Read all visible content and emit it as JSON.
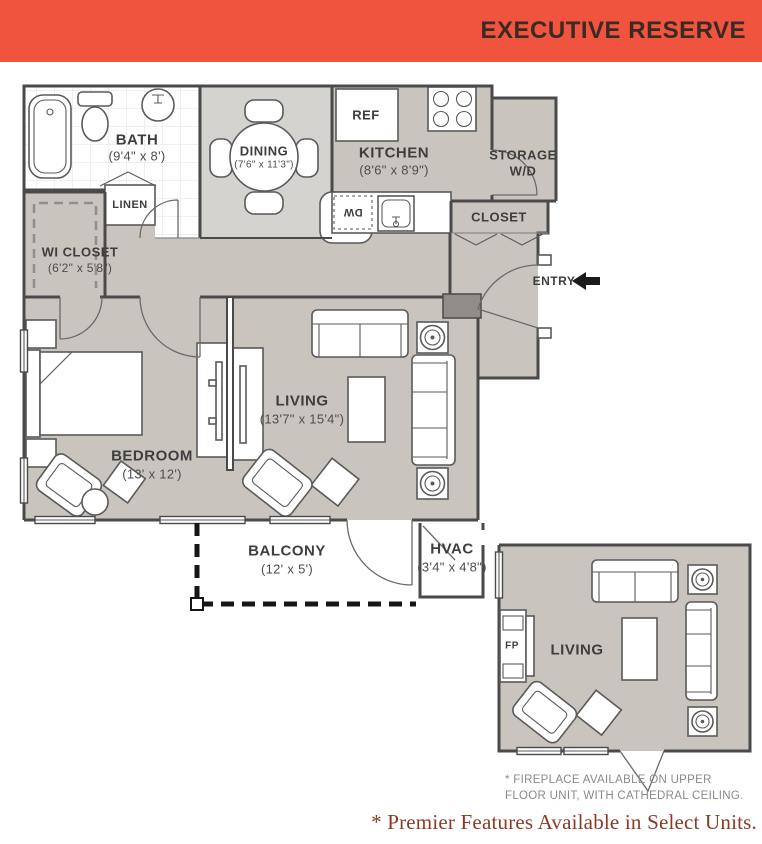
{
  "header": {
    "title": "EXECUTIVE RESERVE"
  },
  "colors": {
    "header_bg": "#F0533E",
    "header_text": "#3A2A24",
    "floor": "#C9C5BE",
    "floor_dining": "#D5D3D0",
    "wall": "#4A4A4A",
    "premier": "#8B3A28",
    "footnote": "#8A8A8A"
  },
  "rooms": {
    "bath": {
      "label": "BATH",
      "dims": "(9'4\" x 8')"
    },
    "dining": {
      "label": "DINING",
      "dims": "(7'6\" x 11'3\")"
    },
    "kitchen": {
      "label": "KITCHEN",
      "dims": "(8'6\" x 8'9\")"
    },
    "storage": {
      "label": "STORAGE",
      "sublabel": "W/D"
    },
    "closet": {
      "label": "CLOSET"
    },
    "linen": {
      "label": "LINEN"
    },
    "wi_closet": {
      "label": "WI CLOSET",
      "dims": "(6'2\" x 5'8\")"
    },
    "entry": {
      "label": "ENTRY"
    },
    "bedroom": {
      "label": "BEDROOM",
      "dims": "(13' x 12')"
    },
    "living": {
      "label": "LIVING",
      "dims": "(13'7\" x 15'4\")"
    },
    "balcony": {
      "label": "BALCONY",
      "dims": "(12' x 5')"
    },
    "hvac": {
      "label": "HVAC",
      "dims": "(3'4\" x 4'8\")"
    }
  },
  "appliances": {
    "refrigerator": "REF",
    "dishwasher": "DW"
  },
  "upper_unit": {
    "living_label": "LIVING",
    "fireplace_label": "FP"
  },
  "footnote": {
    "line1": "* FIREPLACE AVAILABLE ON UPPER",
    "line2": "FLOOR UNIT, WITH CATHEDRAL CEILING."
  },
  "premier_note": "* Premier Features Available in Select Units."
}
